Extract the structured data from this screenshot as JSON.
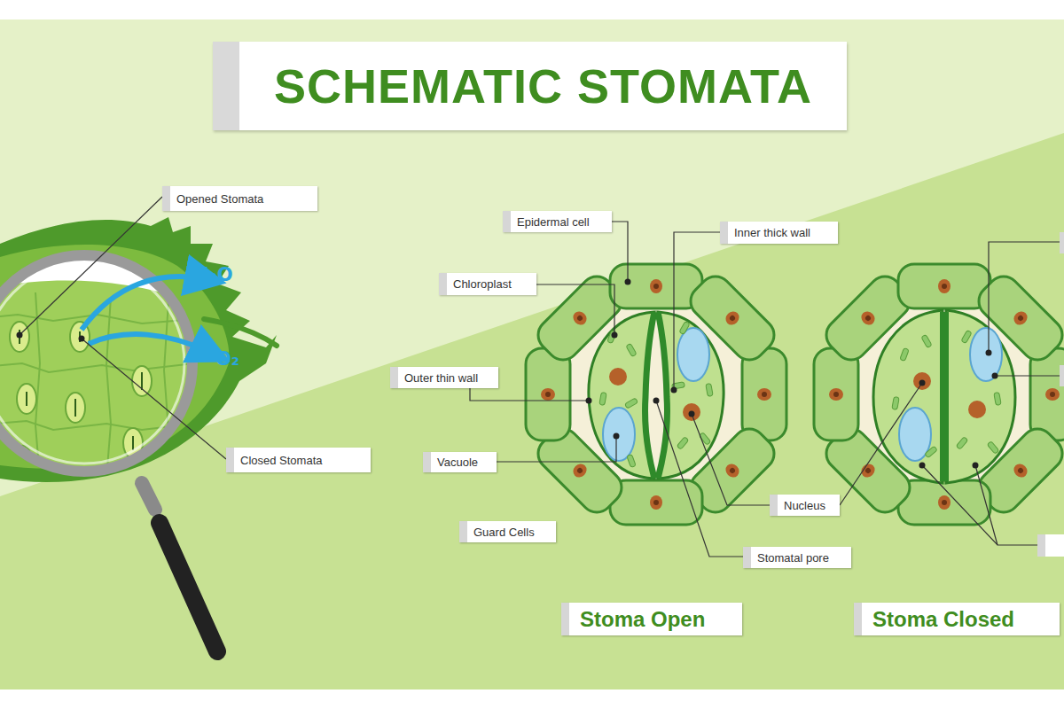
{
  "diagram": {
    "title": "SCHEMATIC STOMATA",
    "labels": [
      "Opened Stomata",
      "H₂O",
      "O₂",
      "Closed Stomata",
      "Epidermal cell",
      "Inner thick wall",
      "Chloroplast",
      "Outer thin wall",
      "Vacuole",
      "Guard Cells",
      "Nucleus",
      "Stomatal pore",
      "Stoma Open",
      "Stoma Closed"
    ]
  }
}
